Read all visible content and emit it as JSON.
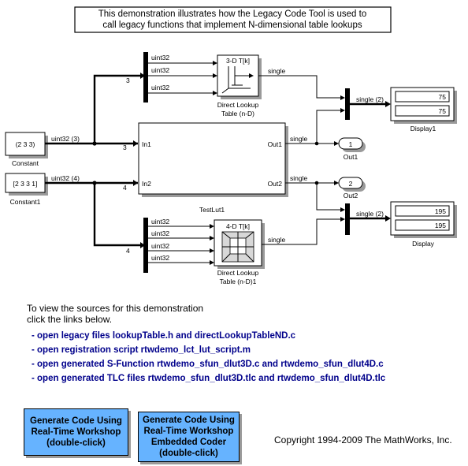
{
  "annotation": {
    "line1": "This demonstration illustrates how the Legacy Code Tool is used to",
    "line2": "call legacy functions that implement N-dimensional table lookups"
  },
  "blocks": {
    "constant": {
      "value": "(2  3  3)",
      "label": "Constant"
    },
    "constant1": {
      "value": "[2 3 3 1]",
      "label": "Constant1"
    },
    "lut3d": {
      "icon_title": "3-D T[k]",
      "label_line1": "Direct Lookup",
      "label_line2": "Table (n-D)"
    },
    "lut4d": {
      "icon_title": "4-D T[k]",
      "label_line1": "Direct Lookup",
      "label_line2": "Table (n-D)1"
    },
    "testlut1": {
      "label": "TestLut1",
      "in1": "In1",
      "in2": "In2",
      "out1": "Out1",
      "out2": "Out2"
    },
    "out1": {
      "num": "1",
      "label": "Out1"
    },
    "out2": {
      "num": "2",
      "label": "Out2"
    },
    "display1": {
      "label": "Display1",
      "values": [
        "75",
        "75"
      ]
    },
    "display": {
      "label": "Display",
      "values": [
        "195",
        "195"
      ]
    }
  },
  "signals": {
    "uint32": "uint32",
    "single": "single",
    "const_out": "uint32 (3)",
    "const1_out": "uint32 (4)",
    "mux_out": "single (2)",
    "width3": "3",
    "width4": "4"
  },
  "instructions": {
    "line1": "To view the sources for this demonstration",
    "line2": "click the links below."
  },
  "links": [
    "- open legacy files lookupTable.h and directLookupTableND.c",
    "- open registration script rtwdemo_lct_lut_script.m",
    "- open generated S-Function rtwdemo_sfun_dlut3D.c and rtwdemo_sfun_dlut4D.c",
    "- open generated TLC files rtwdemo_sfun_dlut3D.tlc and rtwdemo_sfun_dlut4D.tlc"
  ],
  "buttons": {
    "rtw": "Generate Code Using\nReal-Time Workshop\n(double-click)",
    "ec": "Generate Code Using\nReal-Time Workshop\nEmbedded Coder\n(double-click)"
  },
  "copyright": "Copyright 1994-2009 The MathWorks, Inc."
}
